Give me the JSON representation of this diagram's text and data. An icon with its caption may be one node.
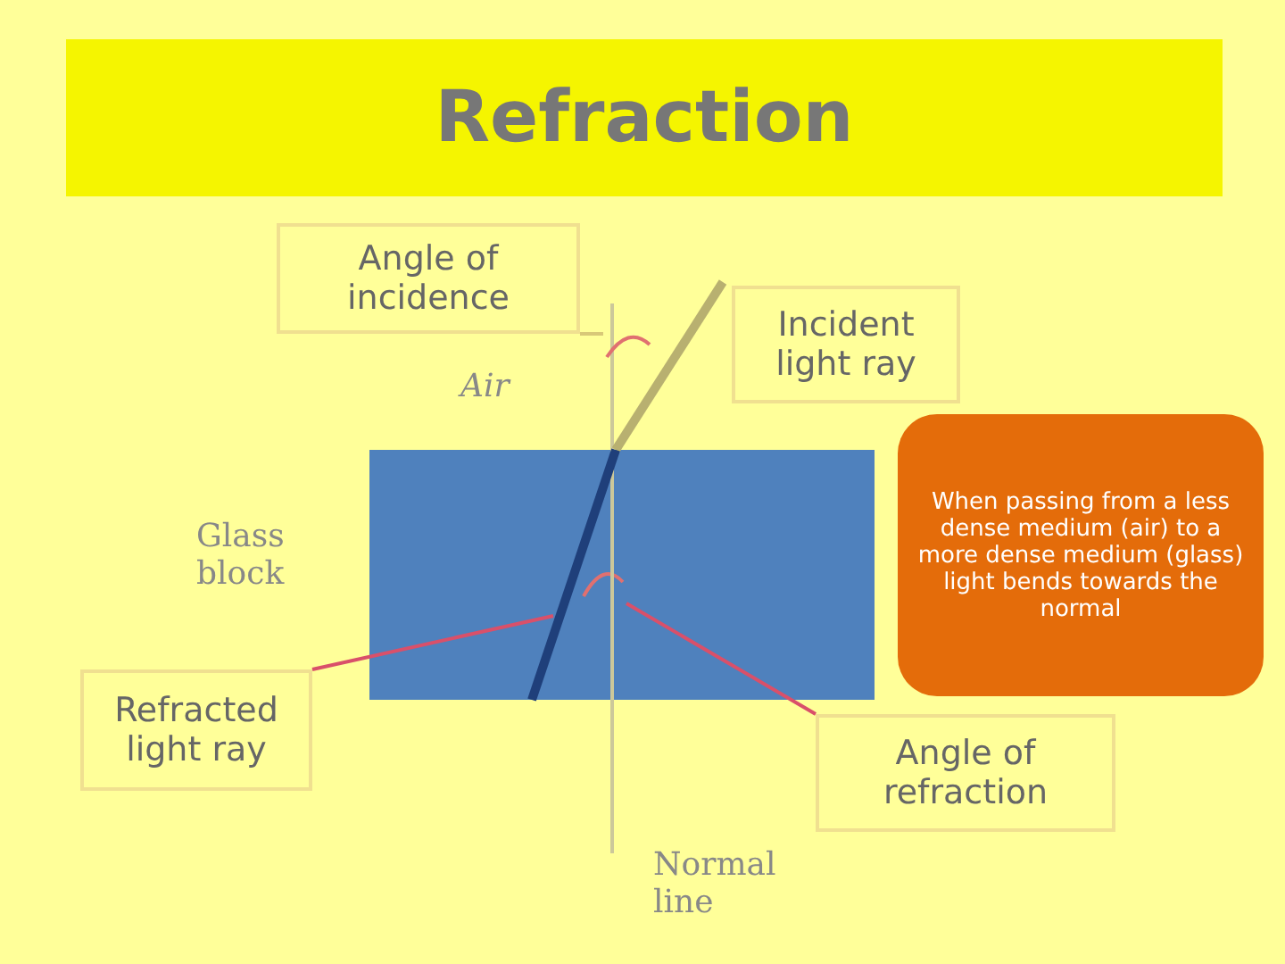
{
  "diagram": {
    "title": "Refraction",
    "nodes": [
      {
        "text": [
          "Angle of incidence"
        ]
      },
      {
        "text": [],
        "shape": "arc"
      },
      {
        "text": [
          "Incident light ray"
        ]
      },
      {
        "text": [],
        "shape": "box"
      },
      {
        "text": [],
        "shape": "arc",
        "in": 3
      },
      {
        "text": [
          "Refracted light ray"
        ]
      },
      {
        "text": [
          "Angle of refraction"
        ]
      },
      {
        "text": [
          "When passing from a less dense medium (air) to a more dense medium (glass) light bends towards the normal"
        ]
      }
    ],
    "edges": [
      {
        "from": 0,
        "to": 1,
        "arrow": "none",
        "color": "#d8c878"
      },
      {
        "from": 5,
        "to": null,
        "arrow": "none"
      },
      {
        "from": 6,
        "to": 4,
        "arrow": "none"
      }
    ],
    "labels": [
      "Air",
      "Glass block",
      "Normal line"
    ]
  }
}
